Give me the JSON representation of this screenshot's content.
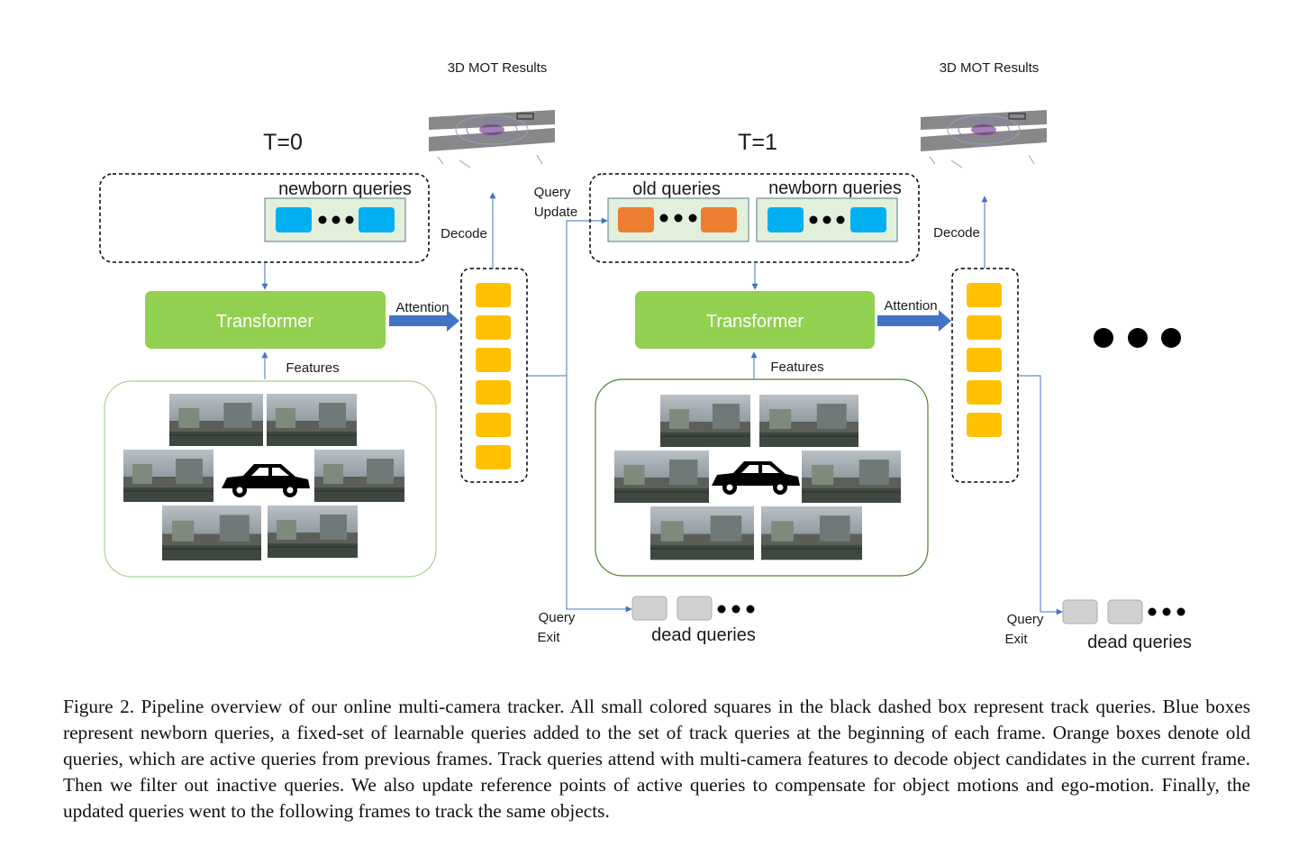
{
  "timesteps": [
    {
      "time_label": "T=0",
      "results_label": "3D MOT Results",
      "query_groups": [
        {
          "label": "newborn queries",
          "kind": "newborn"
        }
      ],
      "transformer_label": "Transformer",
      "attention_label": "Attention",
      "features_label": "Features",
      "decode_label": "Decode"
    },
    {
      "time_label": "T=1",
      "results_label": "3D MOT Results",
      "query_groups": [
        {
          "label": "old queries",
          "kind": "old"
        },
        {
          "label": "newborn queries",
          "kind": "newborn"
        }
      ],
      "transformer_label": "Transformer",
      "attention_label": "Attention",
      "features_label": "Features",
      "decode_label": "Decode"
    }
  ],
  "query_update": {
    "line1": "Query",
    "line2": "Update"
  },
  "query_exit": [
    {
      "line1": "Query",
      "line2": "Exit",
      "dead_label": "dead queries"
    },
    {
      "line1": "Query",
      "line2": "Exit",
      "dead_label": "dead queries"
    }
  ],
  "colors": {
    "newborn": "#00B0F0",
    "old": "#ED7D31",
    "track_query": "#FFC000",
    "dead_query": "#D0D0D0",
    "transformer": "#92D050",
    "arrow": "#4472C4",
    "query_group_fill": "#E2EFDA"
  },
  "caption": "Figure 2. Pipeline overview of our online multi-camera tracker. All small colored squares in the black dashed box represent track queries. Blue boxes represent newborn queries, a fixed-set of learnable queries added to the set of track queries at the beginning of each frame. Orange boxes denote old queries, which are active queries from previous frames. Track queries attend with multi-camera features to decode object candidates in the current frame. Then we filter out inactive queries. We also update reference points of active queries to compensate for object motions and ego-motion. Finally, the updated queries went to the following frames to track the same objects."
}
